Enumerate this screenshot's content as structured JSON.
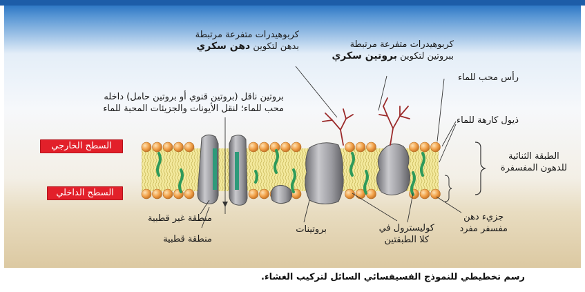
{
  "labels": {
    "glycolipid_line1": "كربوهيدرات متفرعة مرتبطة",
    "glycolipid_line2_pre": "بدهن لتكوين ",
    "glycolipid_line2_bold": "دهن سكري",
    "glycoprotein_line1": "كربوهيدرات متفرعة مرتبطة",
    "glycoprotein_line2_pre": "ببروتين لتكوين ",
    "glycoprotein_line2_bold": "بروتين سكري",
    "carrier_line1": "بروتين ناقل (بروتين قنوي أو بروتين حامل) داخله",
    "carrier_line2": "محب للماء؛ لنقل الأيونات والجزيئات المحبة للماء",
    "hydrophilic_head": "رأس محب للماء",
    "hydrophobic_tails": "ذيول كارهة للماء",
    "bilayer_line1": "الطبقة الثنائية",
    "bilayer_line2": "للدهون المفسفرة",
    "single_phospholipid_line1": "جزيء دهن",
    "single_phospholipid_line2": "مفسفر مفرد",
    "cholesterol_line1": "كوليسترول في",
    "cholesterol_line2": "كلا الطبقتين",
    "proteins": "بروتينات",
    "nonpolar_region": "منطقة غير قطبية",
    "polar_region": "منطقة قطبية"
  },
  "surfaces": {
    "outer": "السطح الخارجي",
    "inner": "السطح الداخلي"
  },
  "caption": "رسم تخطيطي للنموذج الفسيفسائي السائل لتركيب الغشاء.",
  "colors": {
    "header_blue": "#1d5da8",
    "head_orange": "#f2a24a",
    "tail_yellow": "#f3e79a",
    "protein_gray": "#8e8e92",
    "cholesterol_green": "#2e9a5a",
    "carbohydrate_red": "#9b2a2a",
    "tag_red": "#e2202a"
  }
}
